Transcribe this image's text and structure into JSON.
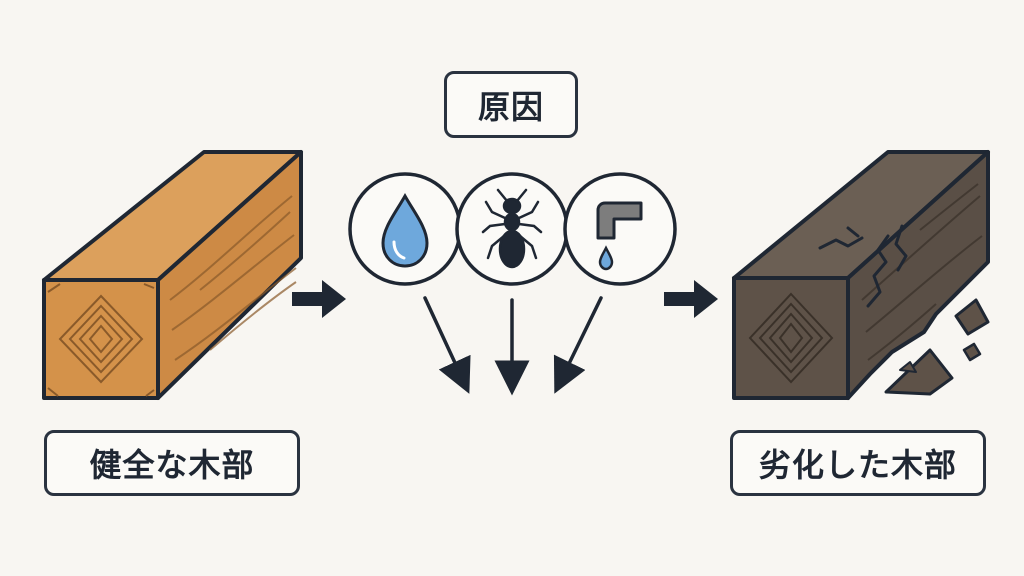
{
  "labels": {
    "healthy": "健全な木部",
    "cause": "原因",
    "degraded": "劣化した木部"
  },
  "causes": [
    {
      "icon": "water-drop-icon"
    },
    {
      "icon": "termite-icon"
    },
    {
      "icon": "leaking-pipe-icon"
    }
  ],
  "colors": {
    "outline": "#1f2733",
    "healthy_wood": "#d4924a",
    "degraded_wood": "#5e5248",
    "water": "#6ea8dc",
    "pipe": "#7d7d7d",
    "background": "#f8f6f2"
  }
}
